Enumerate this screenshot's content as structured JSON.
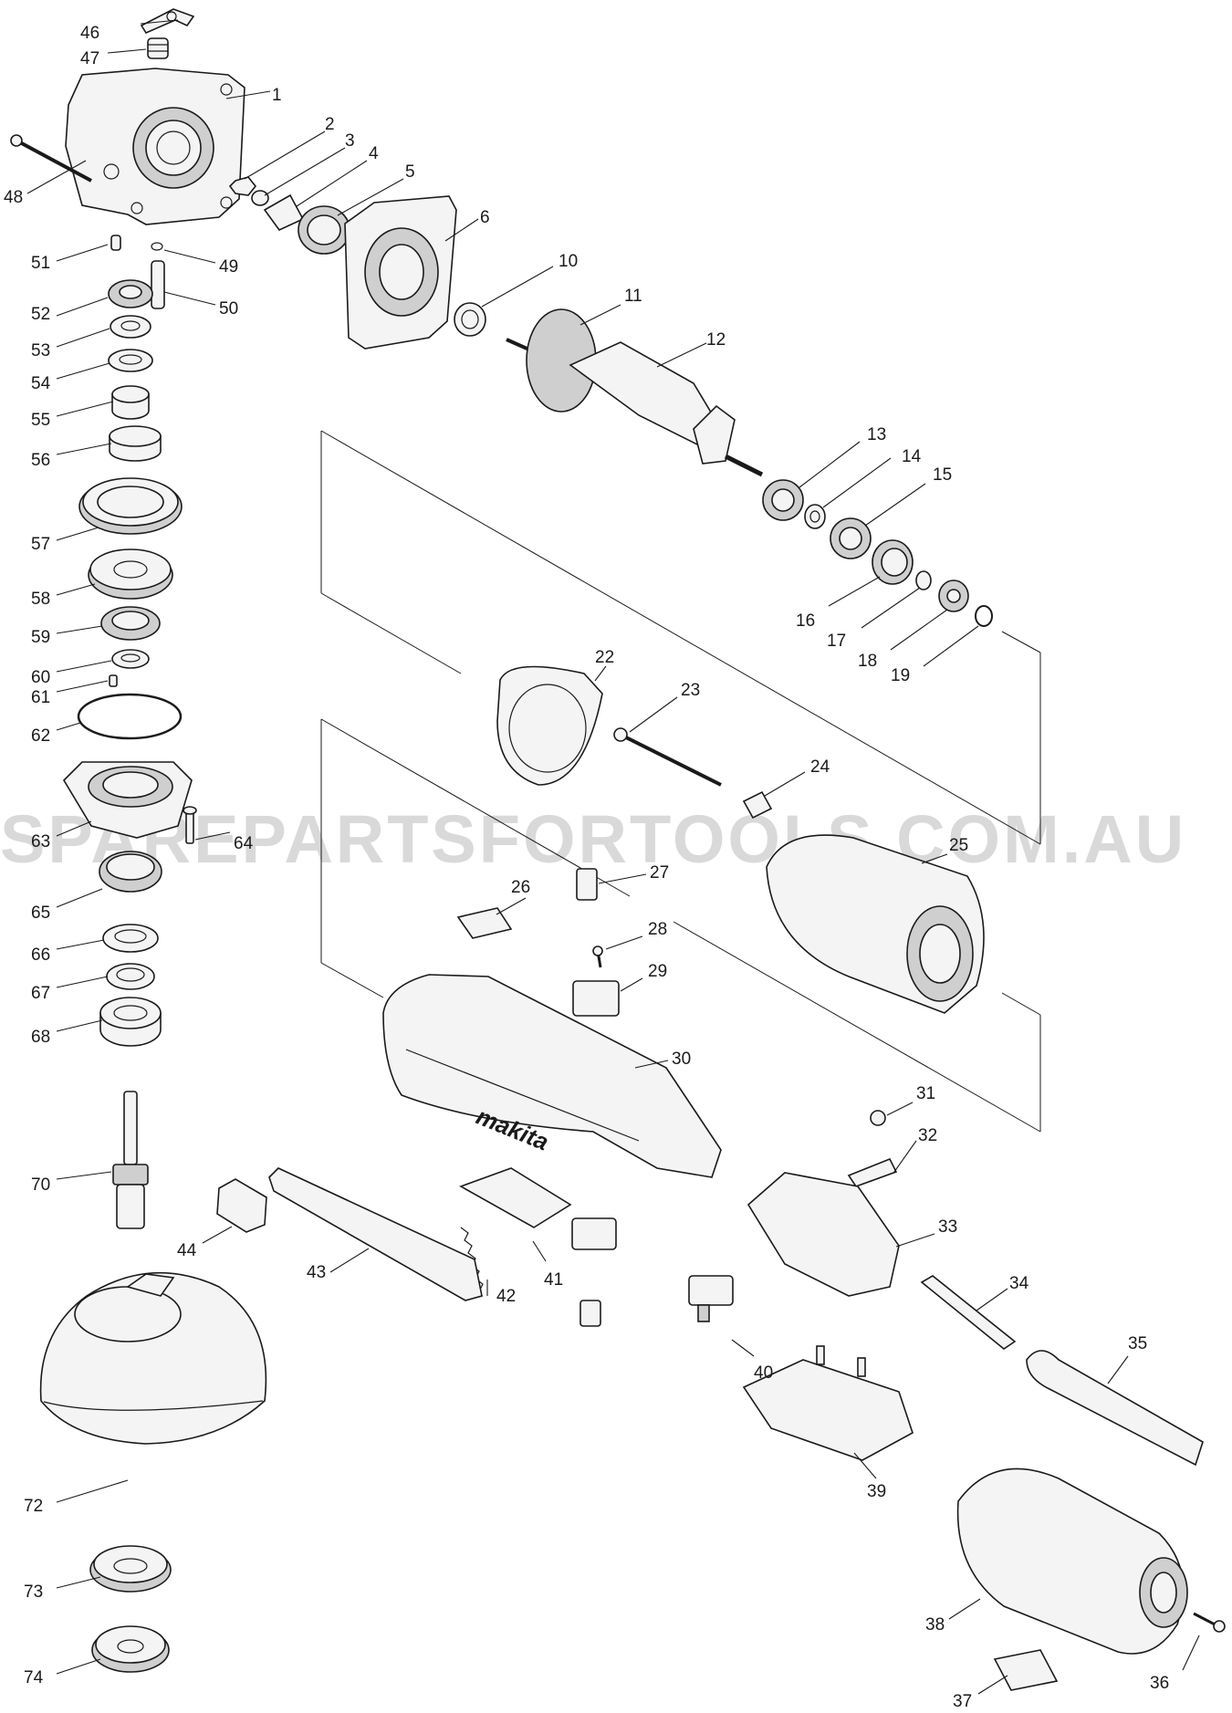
{
  "watermark": "SPAREPARTSFORTOOLS.COM.AU",
  "brand": "makita",
  "labels": {
    "p1": "1",
    "p2": "2",
    "p3": "3",
    "p4": "4",
    "p5": "5",
    "p6": "6",
    "p10": "10",
    "p11": "11",
    "p12": "12",
    "p13": "13",
    "p14": "14",
    "p15": "15",
    "p16": "16",
    "p17": "17",
    "p18": "18",
    "p19": "19",
    "p22": "22",
    "p23": "23",
    "p24": "24",
    "p25": "25",
    "p26": "26",
    "p27": "27",
    "p28": "28",
    "p29": "29",
    "p30": "30",
    "p31": "31",
    "p32": "32",
    "p33": "33",
    "p34": "34",
    "p35": "35",
    "p36": "36",
    "p37": "37",
    "p38": "38",
    "p39": "39",
    "p40": "40",
    "p41": "41",
    "p42": "42",
    "p43": "43",
    "p44": "44",
    "p46": "46",
    "p47": "47",
    "p48": "48",
    "p49": "49",
    "p50": "50",
    "p51": "51",
    "p52": "52",
    "p53": "53",
    "p54": "54",
    "p55": "55",
    "p56": "56",
    "p57": "57",
    "p58": "58",
    "p59": "59",
    "p60": "60",
    "p61": "61",
    "p62": "62",
    "p63": "63",
    "p64": "64",
    "p65": "65",
    "p66": "66",
    "p67": "67",
    "p68": "68",
    "p70": "70",
    "p72": "72",
    "p73": "73",
    "p74": "74"
  }
}
